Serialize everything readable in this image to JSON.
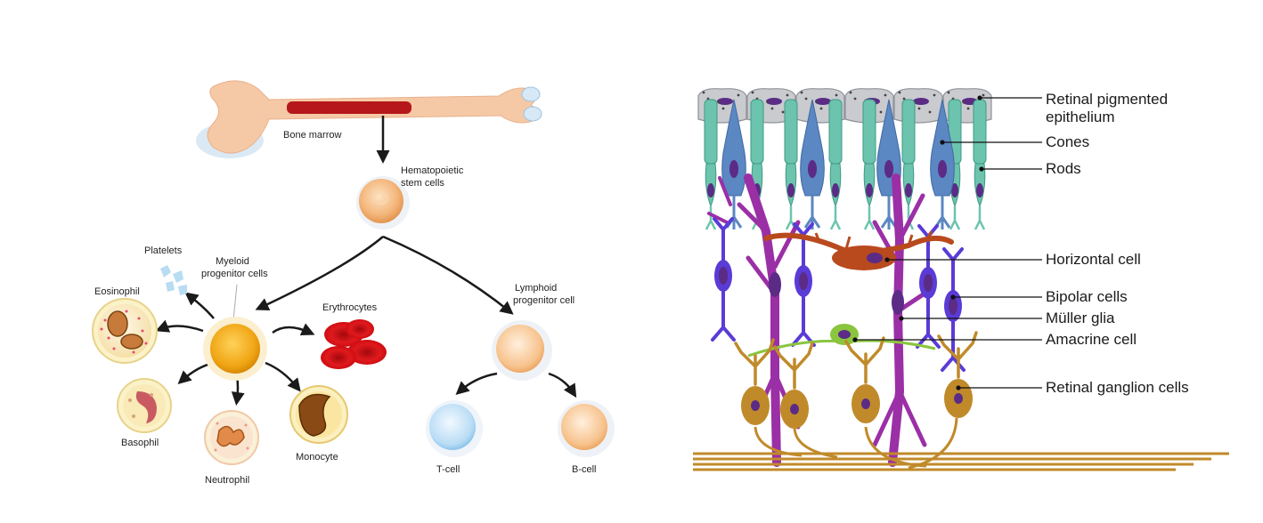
{
  "hematopoiesis": {
    "labels": {
      "bone_marrow": "Bone marrow",
      "stem_cells_line1": "Hematopoietic",
      "stem_cells_line2": "stem cells",
      "platelets": "Platelets",
      "myeloid_line1": "Myeloid",
      "myeloid_line2": "progenitor cells",
      "eosinophil": "Eosinophil",
      "erythrocytes": "Erythrocytes",
      "lymphoid_line1": "Lymphoid",
      "lymphoid_line2": "progenitor cell",
      "basophil": "Basophil",
      "neutrophil": "Neutrophil",
      "monocyte": "Monocyte",
      "t_cell": "T-cell",
      "b_cell": "B-cell"
    }
  },
  "retina": {
    "labels": {
      "rpe_line1": "Retinal pigmented",
      "rpe_line2": "epithelium",
      "cones": "Cones",
      "rods": "Rods",
      "horizontal": "Horizontal cell",
      "bipolar": "Bipolar cells",
      "muller": "Müller glia",
      "amacrine": "Amacrine cell",
      "ganglion": "Retinal ganglion cells"
    },
    "colors": {
      "rpe": "#c9cbcf",
      "cone": "#5b87c2",
      "rod": "#6cc4ae",
      "bipolar": "#5a3bd6",
      "muller": "#9b2fa6",
      "horizontal": "#b94a1e",
      "amacrine": "#8bc53f",
      "ganglion": "#c08a2a",
      "nucleus": "#5b2b86"
    }
  }
}
